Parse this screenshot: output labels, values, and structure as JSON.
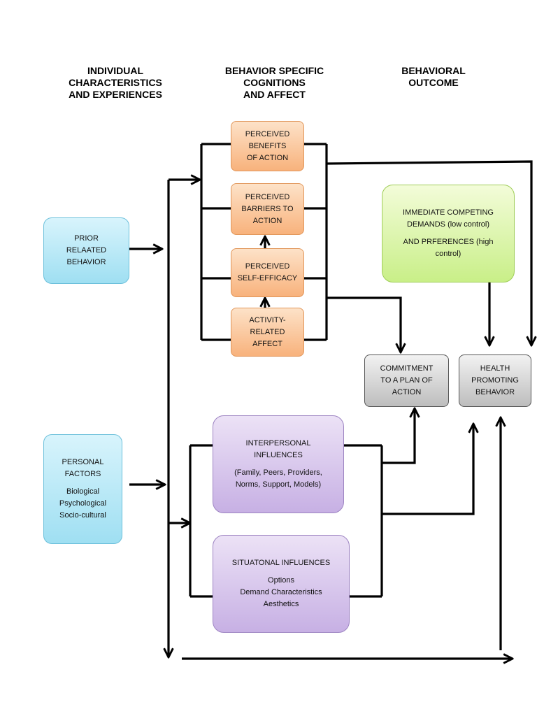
{
  "headers": {
    "individual": "INDIVIDUAL\nCHARACTERISTICS\nAND EXPERIENCES",
    "cognitions": "BEHAVIOR SPECIFIC\nCOGNITIONS\nAND AFFECT",
    "outcome": "BEHAVIORAL\nOUTCOME"
  },
  "boxes": {
    "prior_behavior": [
      "PRIOR",
      "RELAATED",
      "BEHAVIOR"
    ],
    "personal_factors": {
      "title": [
        "PERSONAL",
        "FACTORS"
      ],
      "items": [
        "Biological",
        "Psychological",
        "Socio-cultural"
      ]
    },
    "benefits": [
      "PERCEIVED",
      "BENEFITS",
      "OF ACTION"
    ],
    "barriers": [
      "PERCEIVED",
      "BARRIERS TO",
      "ACTION"
    ],
    "self_efficacy": [
      "PERCEIVED",
      "SELF-EFFICACY"
    ],
    "affect": [
      "ACTIVITY-",
      "RELATED",
      "AFFECT"
    ],
    "competing": {
      "line1": [
        "IMMEDIATE COMPETING",
        "DEMANDS (low control)"
      ],
      "line2": [
        "AND PRFERENCES (high",
        "control)"
      ]
    },
    "commitment": [
      "COMMITMENT",
      "TO A PLAN OF",
      "ACTION"
    ],
    "health": [
      "HEALTH",
      "PROMOTING",
      "BEHAVIOR"
    ],
    "interpersonal": {
      "title": [
        "INTERPERSONAL",
        "INFLUENCES"
      ],
      "detail": [
        "(Family, Peers, Providers,",
        "Norms, Support, Models)"
      ]
    },
    "situational": {
      "title": [
        "SITUATONAL INFLUENCES"
      ],
      "detail": [
        "Options",
        "Demand Characteristics",
        "Aesthetics"
      ]
    }
  },
  "colors": {
    "blue": "#9fdff2",
    "orange": "#f8b27c",
    "green": "#c9ef88",
    "gray": "#bdbdbd",
    "purple": "#c7b0e4",
    "line": "#000000"
  }
}
